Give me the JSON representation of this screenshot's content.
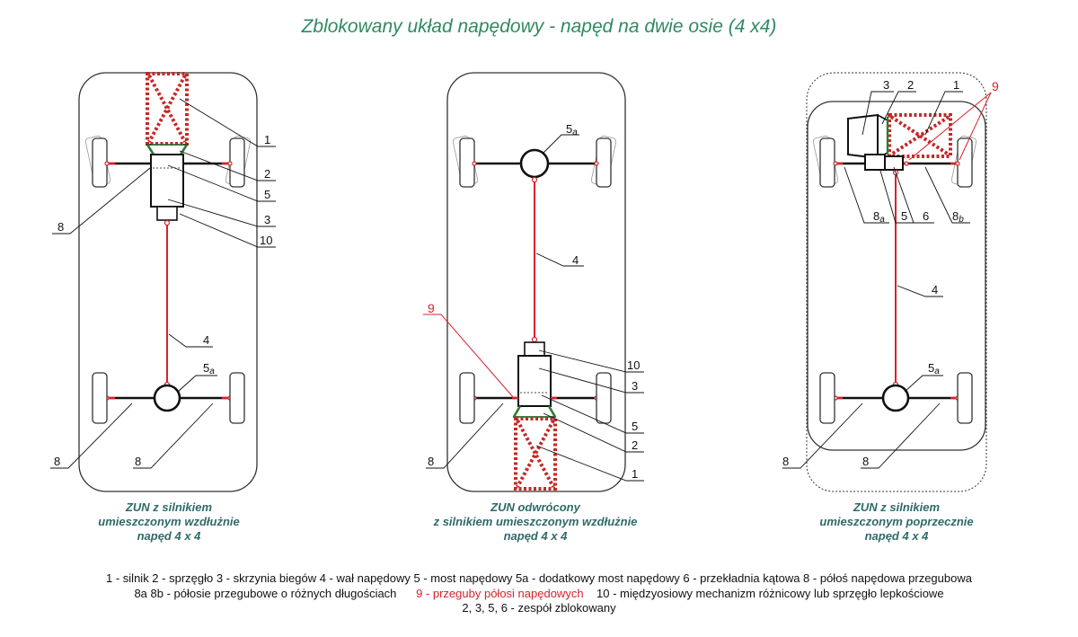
{
  "title": "Zblokowany układ napędowy - napęd na dwie osie (4 x4)",
  "colors": {
    "title": "#2e8a63",
    "caption": "#2f6a6a",
    "shaft": "#d9222b",
    "engine_outline": "#c62828",
    "clutch": "#2e7d32",
    "frame": "#333333"
  },
  "panels": [
    {
      "caption": [
        "ZUN z silnikiem",
        "umieszczonym wzdłużnie",
        "napęd 4 x 4"
      ],
      "labels": {
        "l1": "1",
        "l2": "2",
        "l5": "5",
        "l3": "3",
        "l10": "10",
        "l4": "4",
        "l5a": "5",
        "l5a_sub": "a",
        "l8_left": "8",
        "l8_bottom_left": "8",
        "l8_bottom_right": "8"
      }
    },
    {
      "caption": [
        "ZUN odwrócony",
        "z silnikiem umieszczonym wzdłużnie",
        "napęd 4 x 4"
      ],
      "labels": {
        "l5a": "5",
        "l5a_sub": "a",
        "l4": "4",
        "l9": "9",
        "l10": "10",
        "l3": "3",
        "l5": "5",
        "l2": "2",
        "l1": "1",
        "l8": "8"
      }
    },
    {
      "caption": [
        "ZUN z silnikiem",
        "umieszczonym poprzecznie",
        "napęd 4 x 4"
      ],
      "labels": {
        "l3": "3",
        "l2": "2",
        "l1": "1",
        "l9": "9",
        "l8a": "8",
        "l8a_sub": "a",
        "l5": "5",
        "l6": "6",
        "l8b": "8",
        "l8b_sub": "b",
        "l4": "4",
        "l5a": "5",
        "l5a_sub": "a",
        "l8_left": "8",
        "l8_right": "8"
      }
    }
  ],
  "legend": {
    "line1": "1 - silnik   2 - sprzęgło   3 - skrzynia biegów   4 - wał napędowy   5 - most napędowy   5a - dodatkowy most napędowy   6 - przekładnia kątowa   8 - półoś napędowa przegubowa",
    "line2_a": "8a 8b - półosie przegubowe o różnych długościach",
    "line2_b": "9 - przeguby półosi napędowych",
    "line2_c": "10 - międzyosiowy mechanizm różnicowy lub sprzęgło lepkościowe",
    "line3": "2, 3, 5, 6 - zespół zblokowany"
  }
}
